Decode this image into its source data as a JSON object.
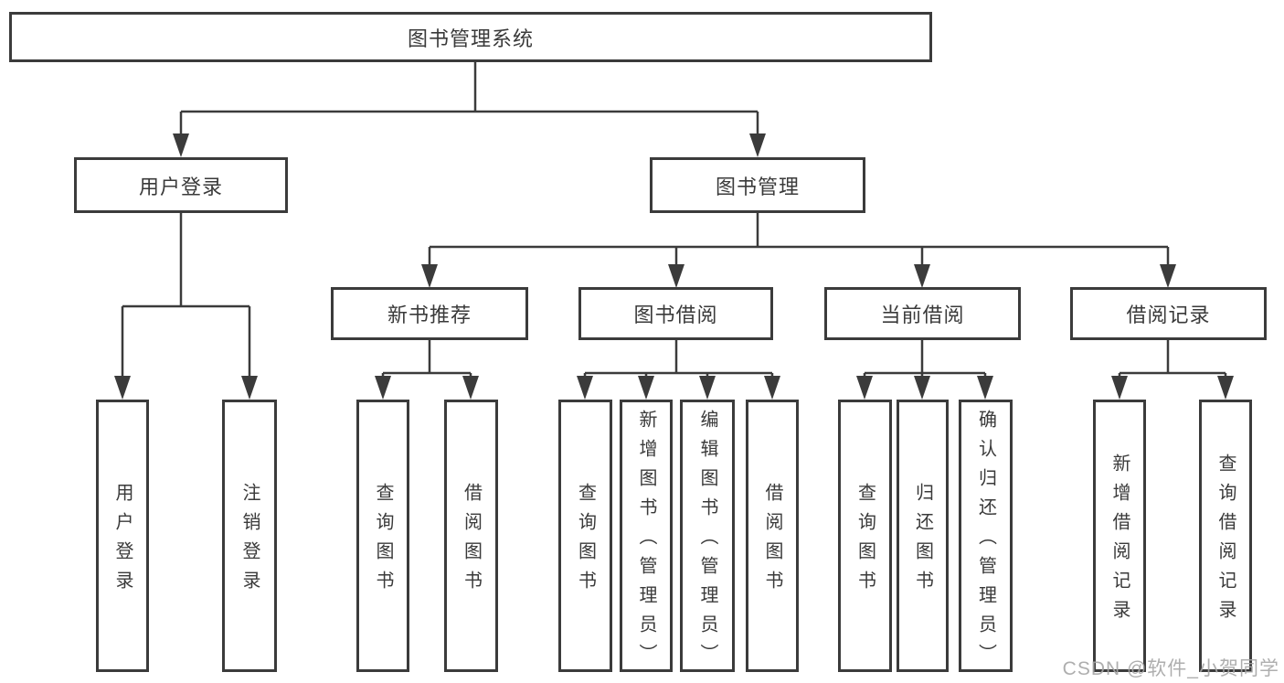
{
  "diagram": {
    "type": "hierarchy",
    "colors": {
      "line": "#3b3b3b",
      "border": "#3b3b3b",
      "text": "#3a3a3a",
      "background": "#ffffff",
      "watermark": "#a6a6a6"
    },
    "tree": {
      "label": "图书管理系统",
      "children": [
        {
          "label": "用户登录",
          "children": [
            {
              "label": "用户登录"
            },
            {
              "label": "注销登录"
            }
          ]
        },
        {
          "label": "图书管理",
          "children": [
            {
              "label": "新书推荐",
              "children": [
                {
                  "label": "查询图书"
                },
                {
                  "label": "借阅图书"
                }
              ]
            },
            {
              "label": "图书借阅",
              "children": [
                {
                  "label": "查询图书"
                },
                {
                  "label": "新增图书（管理员）"
                },
                {
                  "label": "编辑图书（管理员）"
                },
                {
                  "label": "借阅图书"
                }
              ]
            },
            {
              "label": "当前借阅",
              "children": [
                {
                  "label": "查询图书"
                },
                {
                  "label": "归还图书"
                },
                {
                  "label": "确认归还（管理员）"
                }
              ]
            },
            {
              "label": "借阅记录",
              "children": [
                {
                  "label": "新增借阅记录"
                },
                {
                  "label": "查询借阅记录"
                }
              ]
            }
          ]
        }
      ]
    }
  },
  "watermark": {
    "text": "CSDN @软件_小贺同学"
  }
}
